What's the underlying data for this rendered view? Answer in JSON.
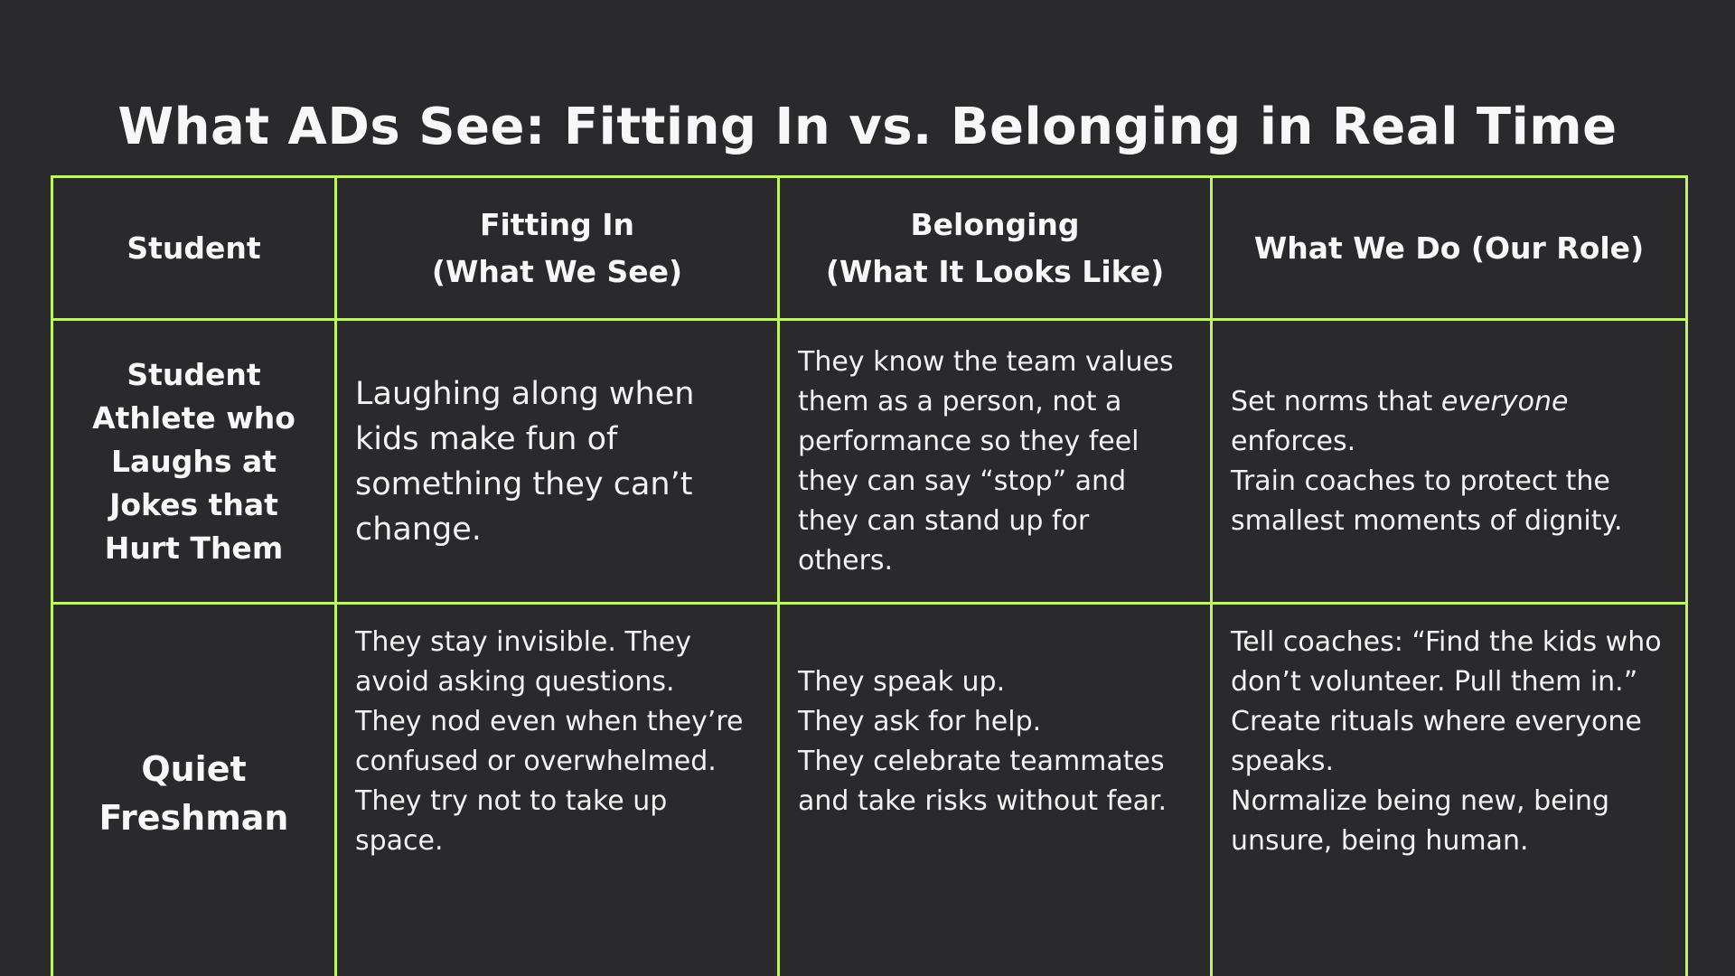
{
  "title": "What ADs See: Fitting In vs. Belonging in Real Time",
  "accent_color": "#c2f26a",
  "background_color": "#2a292b",
  "headers": [
    {
      "lines": [
        "Student"
      ]
    },
    {
      "lines": [
        "Fitting In",
        "(What We See)"
      ]
    },
    {
      "lines": [
        "Belonging",
        "(What It Looks Like)"
      ]
    },
    {
      "lines": [
        "What We Do (Our Role)"
      ]
    }
  ],
  "rows": [
    {
      "student": "Student Athlete who Laughs at Jokes that Hurt Them",
      "fitting_in": "Laughing along when kids make fun of something they can’t change.",
      "belonging": "They know the team values them as a person, not a performance so they feel they can say “stop” and they can stand up for others.",
      "role": {
        "line1_before": "Set norms that ",
        "line1_emphasis": "everyone",
        "line1_after": " enforces.",
        "line2": "Train coaches to protect the smallest moments of dignity."
      }
    },
    {
      "student": "Quiet Freshman",
      "fitting_in": [
        "They stay invisible. They avoid asking questions.",
        "They nod even when they’re confused or overwhelmed.",
        "They try not to take up space."
      ],
      "belonging": [
        "They speak up.",
        "They ask for help.",
        "They celebrate teammates and take risks without fear."
      ],
      "role": [
        "Tell coaches: “Find the kids who don’t volunteer. Pull them in.”",
        "Create rituals where everyone speaks.",
        "Normalize being new, being unsure, being human."
      ]
    }
  ]
}
